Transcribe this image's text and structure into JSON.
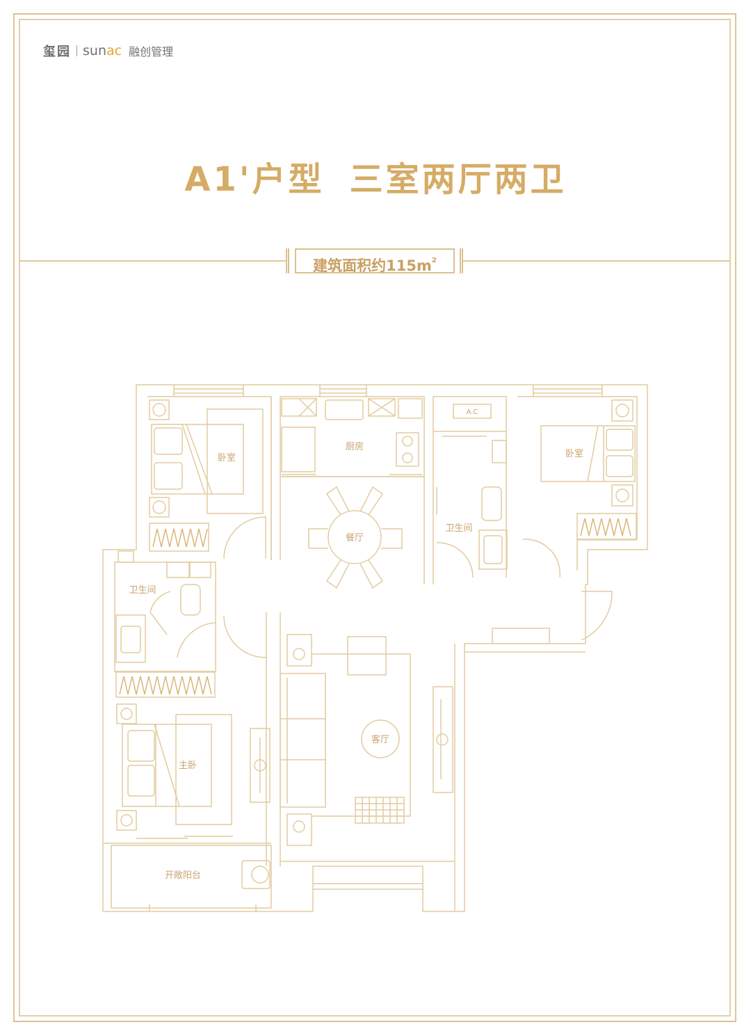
{
  "brand": {
    "project_name": "玺园",
    "company_en_sun": "SUN",
    "company_en_ac": "ac",
    "company_cn": "融创管理"
  },
  "title": {
    "unit_type": "A1'户型",
    "layout": "三室两厅两卫"
  },
  "area": {
    "label": "建筑面积约115m",
    "superscript": "2"
  },
  "rooms": {
    "bedroom_nw": "卧室",
    "kitchen": "厨房",
    "dining": "餐厅",
    "bath_ne": "卫生间",
    "ac": "A.C",
    "bedroom_ne": "卧室",
    "bath_w": "卫生间",
    "living": "客厅",
    "master_bedroom": "主卧",
    "balcony": "开敞阳台"
  },
  "colors": {
    "gold_title": "#d5ac66",
    "line": "#e2cc9f",
    "label": "#c8a56e",
    "brand_orange": "#e8a62a",
    "brand_gray": "#707070"
  }
}
